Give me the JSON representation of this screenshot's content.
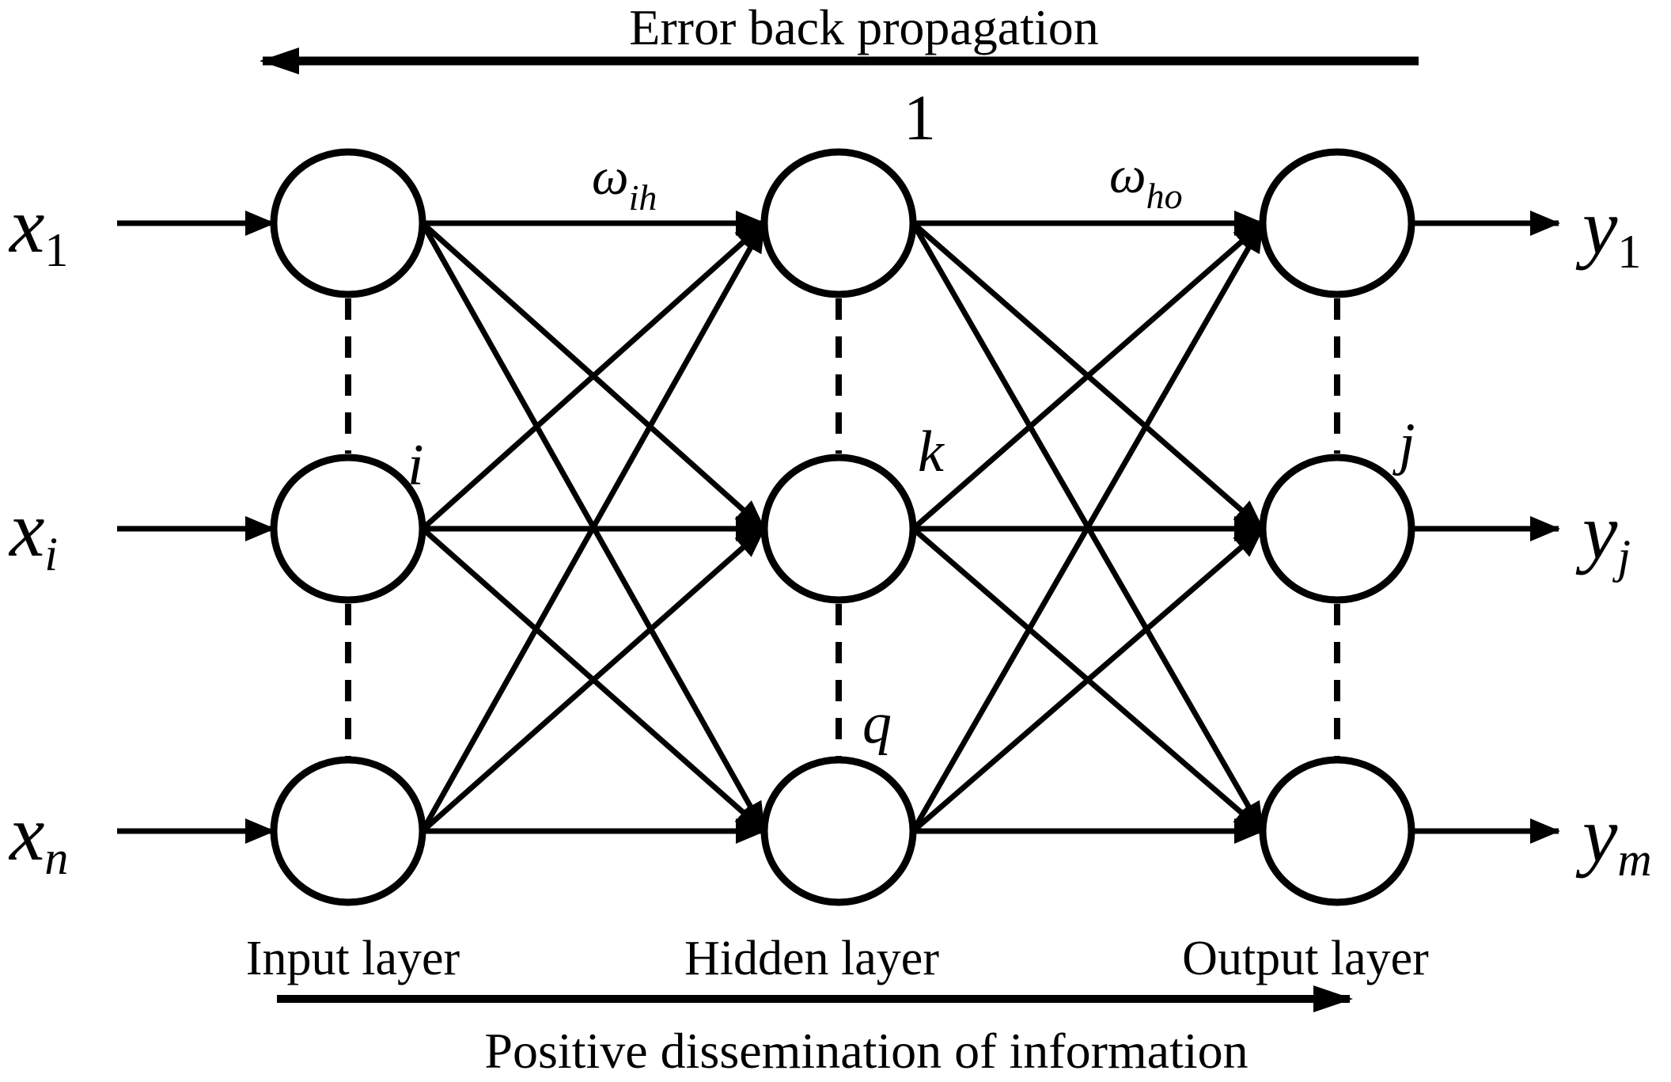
{
  "figure": {
    "top_flow_label": "Error back propagation",
    "bottom_flow_label": "Positive dissemination of information",
    "layer_labels": {
      "input": "Input layer",
      "hidden": "Hidden layer",
      "output": "Output layer"
    },
    "input_signals": [
      {
        "base": "x",
        "sub": "1"
      },
      {
        "base": "x",
        "sub": "i"
      },
      {
        "base": "x",
        "sub": "n"
      }
    ],
    "output_signals": [
      {
        "base": "y",
        "sub": "1"
      },
      {
        "base": "y",
        "sub": "j"
      },
      {
        "base": "y",
        "sub": "m"
      }
    ],
    "weight_labels": {
      "input_to_hidden": {
        "base": "ω",
        "sub": "ih"
      },
      "hidden_to_output": {
        "base": "ω",
        "sub": "ho"
      }
    },
    "node_labels": {
      "input_middle": "i",
      "hidden_top": "1",
      "hidden_middle": "k",
      "hidden_bottom": "q",
      "output_middle": "j"
    },
    "colors": {
      "ink": "#000000",
      "background": "#ffffff"
    }
  }
}
